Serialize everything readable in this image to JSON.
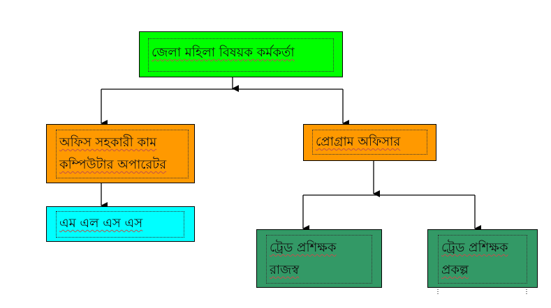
{
  "colors": {
    "top": "#00ff00",
    "mid": "#ff9900",
    "cyan": "#00ffff",
    "bottom": "#339966"
  },
  "nodes": {
    "top": "জেলা মহিলা বিষয়ক কর্মকর্তা",
    "office_assistant_line1": "অফিস সহকারী কাম",
    "office_assistant_line2": "কম্পিউটার অপারেটর",
    "program_officer": "প্রোগ্রাম অফিসার",
    "mlss": "এম এল এস এস",
    "trainer_revenue_line1": "ট্রেড প্রশিক্ষক",
    "trainer_revenue_line2": "রাজস্ব",
    "trainer_project_line1": "ট্রেড প্রশিক্ষক",
    "trainer_project_line2": "প্রকল্প"
  }
}
